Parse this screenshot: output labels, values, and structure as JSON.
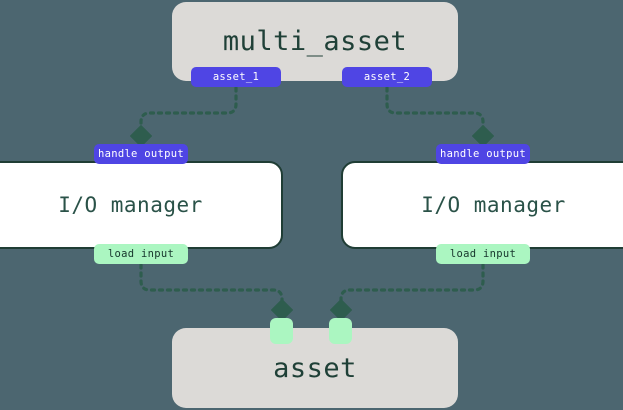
{
  "diagram": {
    "title": "multi_asset to I/O manager to asset dataflow",
    "background_color": "#4c6670",
    "colors": {
      "background": "#4c6670",
      "asset_node_fill": "#dcdad7",
      "asset_node_text": "#1f4037",
      "iomanager_fill": "#ffffff",
      "iomanager_border": "#1f3d35",
      "iomanager_text": "#2a5248",
      "badge_purple": "#4f45e4",
      "badge_purple_text": "#ffffff",
      "badge_green": "#abf6c1",
      "badge_green_text": "#17362c",
      "edge_line": "#2e5d4e"
    },
    "nodes": [
      {
        "id": "multi_asset",
        "label": "multi_asset",
        "kind": "asset-group"
      },
      {
        "id": "io_left",
        "label": "I/O manager",
        "kind": "io-manager"
      },
      {
        "id": "io_right",
        "label": "I/O manager",
        "kind": "io-manager"
      },
      {
        "id": "asset",
        "label": "asset",
        "kind": "asset-group"
      }
    ],
    "edges": [
      {
        "from": "multi_asset",
        "to": "io_left",
        "source_label": "asset_1",
        "target_label": "handle output",
        "style": "dotted"
      },
      {
        "from": "multi_asset",
        "to": "io_right",
        "source_label": "asset_2",
        "target_label": "handle output",
        "style": "dotted"
      },
      {
        "from": "io_left",
        "to": "asset",
        "source_label": "load input",
        "target_label": "",
        "style": "dotted"
      },
      {
        "from": "io_right",
        "to": "asset",
        "source_label": "load input",
        "target_label": "",
        "style": "dotted"
      }
    ],
    "labels": {
      "multi_asset": "multi_asset",
      "asset": "asset",
      "io_manager_left": "I/O manager",
      "io_manager_right": "I/O manager",
      "asset_1": "asset_1",
      "asset_2": "asset_2",
      "handle_output_left": "handle output",
      "handle_output_right": "handle output",
      "load_input_left": "load input",
      "load_input_right": "load input",
      "asset_input_handle_1": "",
      "asset_input_handle_2": ""
    }
  }
}
